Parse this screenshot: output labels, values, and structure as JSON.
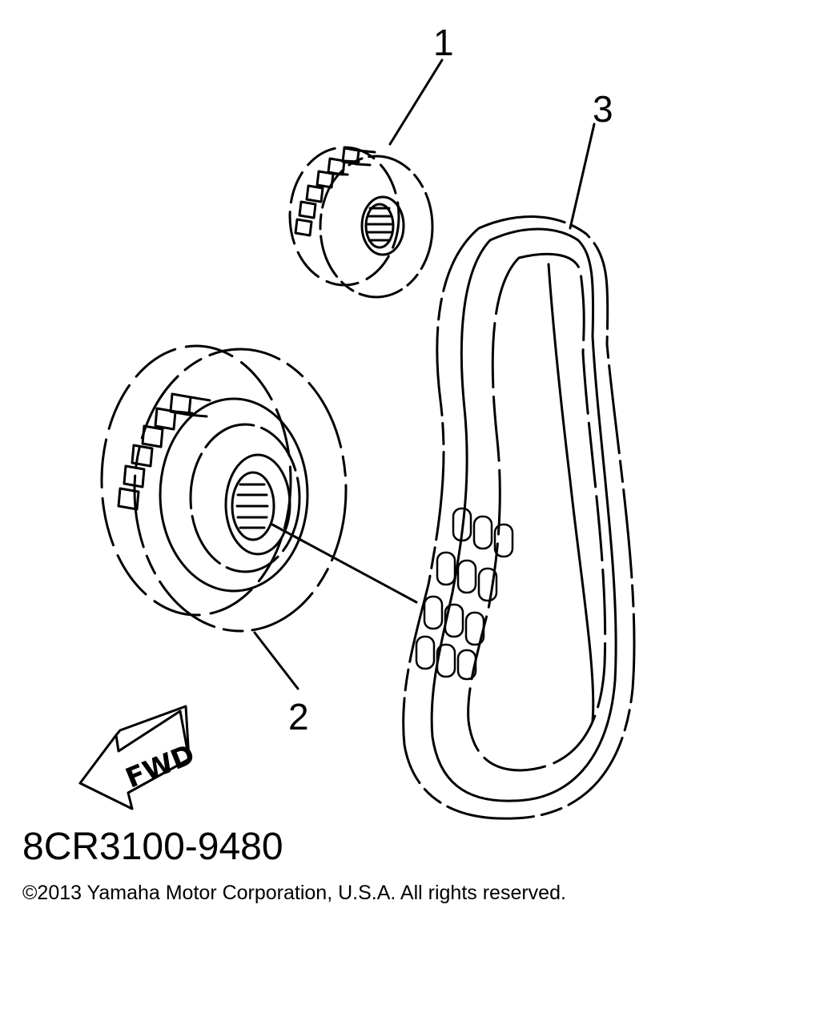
{
  "callouts": [
    {
      "id": "1",
      "label": "1"
    },
    {
      "id": "2",
      "label": "2"
    },
    {
      "id": "3",
      "label": "3"
    }
  ],
  "direction_label": "FWD",
  "part_code": "8CR3100-9480",
  "copyright": "©2013 Yamaha Motor Corporation, U.S.A. All rights reserved.",
  "colors": {
    "line": "#000000",
    "background": "#ffffff"
  }
}
